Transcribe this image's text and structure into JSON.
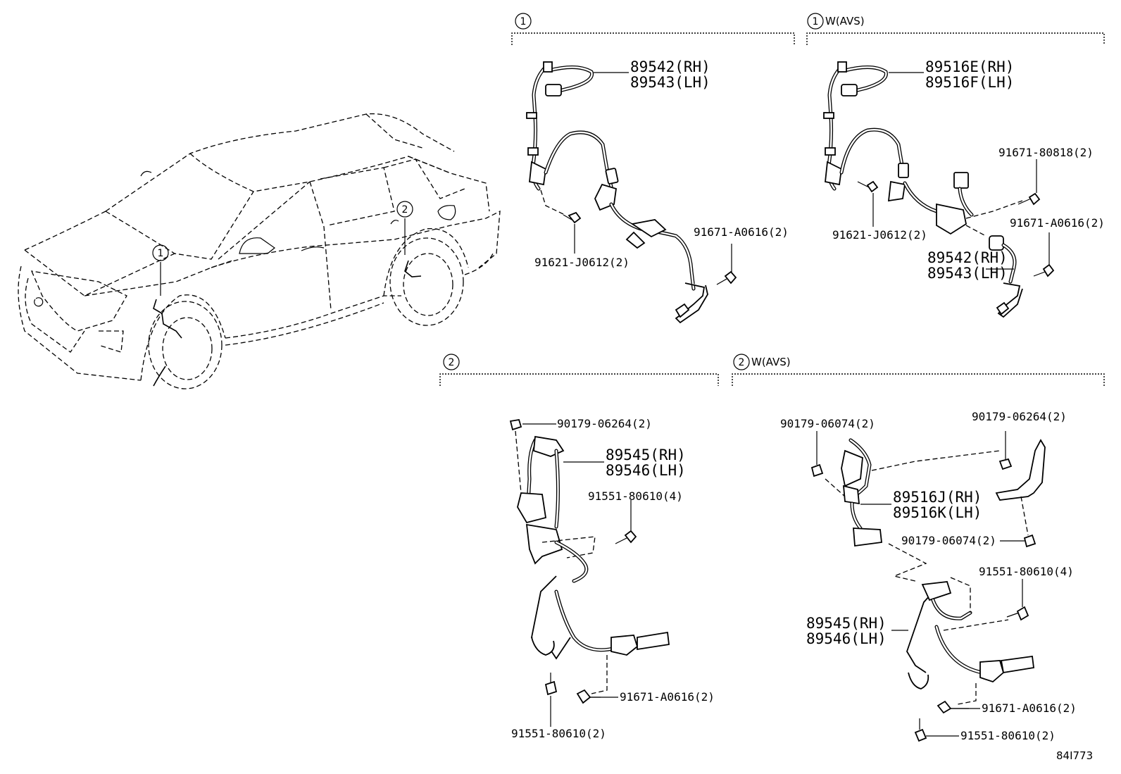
{
  "sections": {
    "s1": {
      "circle": "1",
      "title": ""
    },
    "s1avs": {
      "circle": "1",
      "title": "W(AVS)"
    },
    "s2": {
      "circle": "2",
      "title": ""
    },
    "s2avs": {
      "circle": "2",
      "title": "W(AVS)"
    }
  },
  "car_callouts": [
    "1",
    "2"
  ],
  "labels": {
    "s1": {
      "sensor_rh": "89542(RH)",
      "sensor_lh": "89543(LH)",
      "bolt_a": "91621-J0612(2)",
      "bolt_b": "91671-A0616(2)"
    },
    "s1avs": {
      "sensor_rh": "89516E(RH)",
      "sensor_lh": "89516F(LH)",
      "bolt_c": "91671-80818(2)",
      "bolt_b": "91671-A0616(2)",
      "bolt_a": "91621-J0612(2)",
      "sensor2_rh": "89542(RH)",
      "sensor2_lh": "89543(LH)"
    },
    "s2": {
      "nut": "90179-06264(2)",
      "sensor_rh": "89545(RH)",
      "sensor_lh": "89546(LH)",
      "bolt_a": "91551-80610(4)",
      "bolt_b": "91671-A0616(2)",
      "bolt_c": "91551-80610(2)"
    },
    "s2avs": {
      "nut_a": "90179-06074(2)",
      "nut_b": "90179-06264(2)",
      "sensor_rh": "89516J(RH)",
      "sensor_lh": "89516K(LH)",
      "nut_c": "90179-06074(2)",
      "bolt_a": "91551-80610(4)",
      "sensor2_rh": "89545(RH)",
      "sensor2_lh": "89546(LH)",
      "bolt_b": "91671-A0616(2)",
      "bolt_c": "91551-80610(2)"
    }
  },
  "figure_id": "84I773"
}
